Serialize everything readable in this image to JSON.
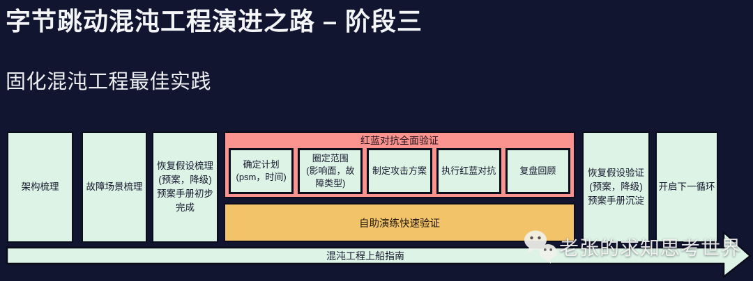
{
  "page": {
    "title": "字节跳动混沌工程演进之路 – 阶段三",
    "subtitle": "固化混沌工程最佳实践"
  },
  "colors": {
    "background": "#121530",
    "box_green": "#dcf3e6",
    "box_pink": "#fb948e",
    "box_orange": "#f2c369",
    "border_dark": "#0b0d1d",
    "title_text": "#f4f5f7",
    "box_text": "#15172c"
  },
  "diagram": {
    "left_steps": [
      "架构梳理",
      "故障场景梳理",
      "恢复假设梳理\n(预案，降级)\n预案手册初步\n完成"
    ],
    "red_blue_section": {
      "title": "红蓝对抗全面验证",
      "steps": [
        "确定计划\n(psm，时间)",
        "圈定范围\n(影响面，故\n障类型)",
        "制定攻击方案",
        "执行红蓝对抗",
        "复盘回顾"
      ]
    },
    "self_service_box": "自助演练快速验证",
    "right_steps": [
      "恢复假设验证\n(预案，降级)\n预案手册沉淀",
      "开启下一循环"
    ],
    "bottom_arrow_label": "混沌工程上船指南"
  },
  "watermark": {
    "text": "老张的求知思考世界",
    "icon": "wechat-icon"
  }
}
